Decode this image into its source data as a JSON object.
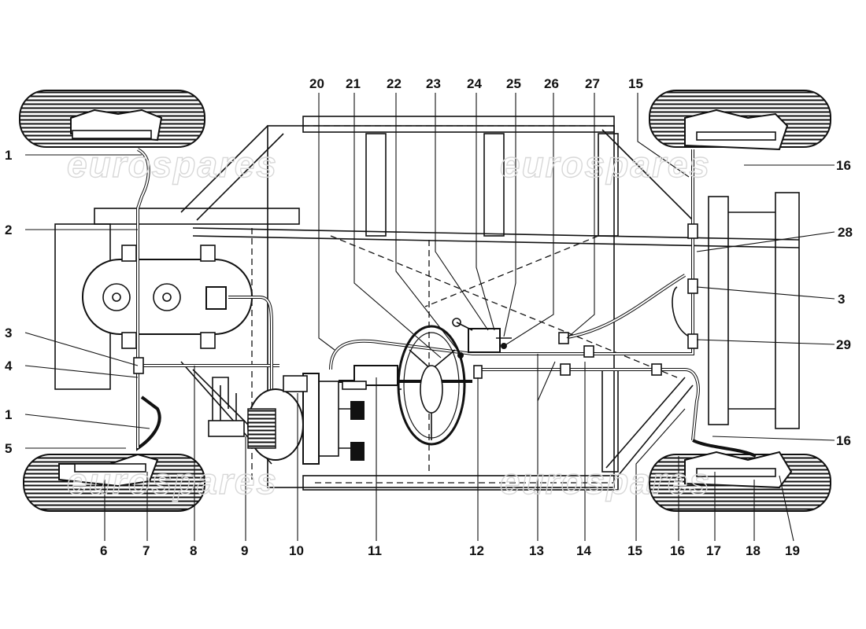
{
  "title": "Brake system diagram",
  "watermark": "eurospares",
  "callouts": {
    "top": [
      "20",
      "21",
      "22",
      "23",
      "24",
      "25",
      "26",
      "27",
      "15"
    ],
    "left": [
      "1",
      "2",
      "3",
      "4",
      "1",
      "5"
    ],
    "right": [
      "16",
      "28",
      "3",
      "29",
      "16"
    ],
    "bottom": [
      "6",
      "7",
      "8",
      "9",
      "10",
      "11",
      "12",
      "13",
      "14",
      "15",
      "16",
      "17",
      "18",
      "19"
    ]
  }
}
